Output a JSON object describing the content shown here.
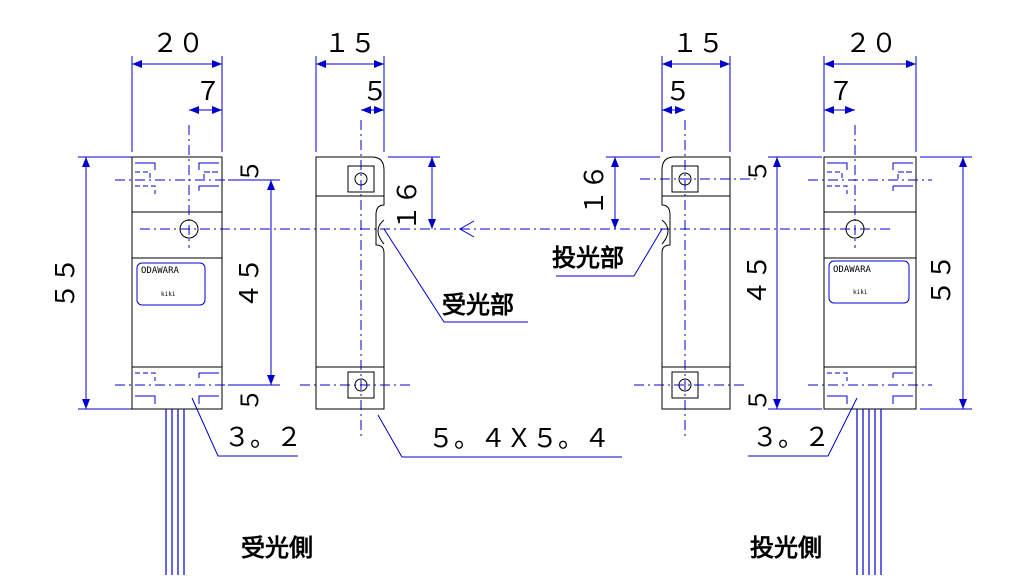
{
  "receiver": {
    "dim_width": "２０",
    "dim_offset": "７",
    "dim_height": "５５",
    "dim_top": "５",
    "dim_middle": "４５",
    "dim_bottom": "５",
    "dim_wire": "３。２",
    "brand_name": "ODAWARA",
    "brand_sub": "kiki",
    "side_label": "受光側"
  },
  "receiver_side_view": {
    "dim_width": "１５",
    "dim_hole_offset": "５",
    "dim_lens_height": "１６",
    "part_label": "受光部",
    "hole_size": "５。４Ｘ５。４"
  },
  "emitter_side_view": {
    "dim_width": "１５",
    "dim_hole_offset": "５",
    "dim_lens_height": "１６",
    "part_label": "投光部"
  },
  "emitter": {
    "dim_width": "２０",
    "dim_offset": "７",
    "dim_height": "５５",
    "dim_top": "５",
    "dim_middle": "４５",
    "dim_bottom": "５",
    "dim_wire": "３。２",
    "brand_name": "ODAWARA",
    "brand_sub": "kiki",
    "side_label": "投光側"
  },
  "colors": {
    "outline": "#000000",
    "dimension": "#0000cc",
    "background": "#ffffff"
  }
}
